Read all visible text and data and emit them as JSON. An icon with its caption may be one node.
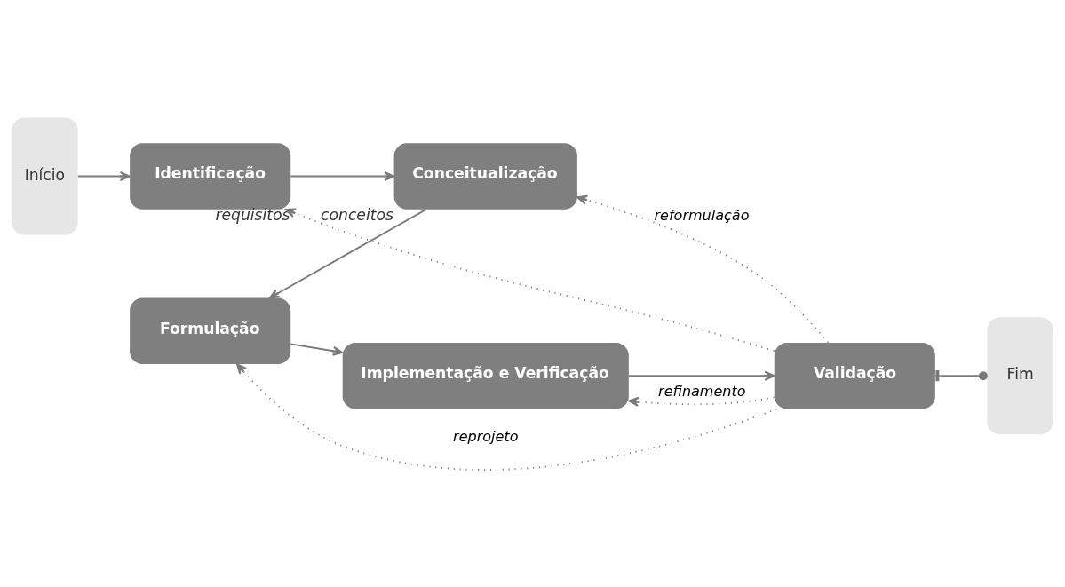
{
  "diagram": {
    "nodes": [
      {
        "text": [
          "Início"
        ]
      },
      {
        "text": [
          "Identificação"
        ],
        "beside": [
          "requisitos"
        ]
      },
      {
        "text": [
          "Conceitualização"
        ],
        "beside": [
          "conceitos"
        ]
      },
      {
        "text": [
          "Formulação"
        ]
      },
      {
        "text": [
          "Implementação e Verificação"
        ]
      },
      {
        "text": [
          "Validação"
        ]
      },
      {
        "text": [
          "Fim"
        ]
      }
    ],
    "edges": [
      {
        "from": 0,
        "to": 1,
        "arrow": "to"
      },
      {
        "from": 1,
        "to": 2,
        "arrow": "to"
      },
      {
        "from": 2,
        "to": 3,
        "arrow": "to"
      },
      {
        "from": 3,
        "to": 4,
        "arrow": "to"
      },
      {
        "from": 4,
        "to": 5,
        "arrow": "to"
      },
      {
        "from": 5,
        "to": 6,
        "arrow": "other"
      },
      {
        "from": 5,
        "to": 1,
        "arrow": "to",
        "style": "dashed"
      },
      {
        "from": 5,
        "to": 2,
        "arrow": "to",
        "style": "dashed",
        "label": "reformulação"
      },
      {
        "from": 5,
        "to": 4,
        "arrow": "to",
        "style": "dashed",
        "label": "refinamento"
      },
      {
        "from": 5,
        "to": 3,
        "arrow": "to",
        "style": "dashed",
        "label": "reprojeto"
      }
    ]
  }
}
